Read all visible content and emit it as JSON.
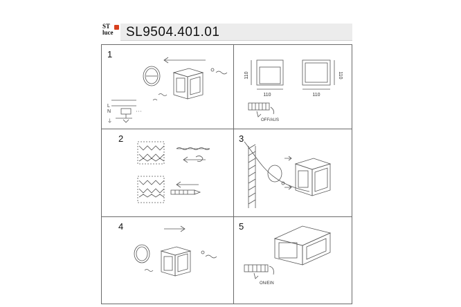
{
  "header": {
    "logo_lines": [
      "ST",
      "luce"
    ],
    "model_number": "SL9504.401.01"
  },
  "steps": [
    {
      "number": "1"
    },
    {
      "number": "2"
    },
    {
      "number": "3"
    },
    {
      "number": "4"
    },
    {
      "number": "5"
    }
  ],
  "dimensions": {
    "front_height": "110",
    "front_width": "110",
    "side_height": "110",
    "side_width": "110"
  },
  "wiring": {
    "terminal_labels": [
      "L",
      "N",
      "⏚"
    ],
    "off_label": "OFF/AUS",
    "on_label": "ON/EIN"
  },
  "colors": {
    "logo_accent": "#d8401e",
    "line": "#555555",
    "header_bar": "#ececec"
  }
}
